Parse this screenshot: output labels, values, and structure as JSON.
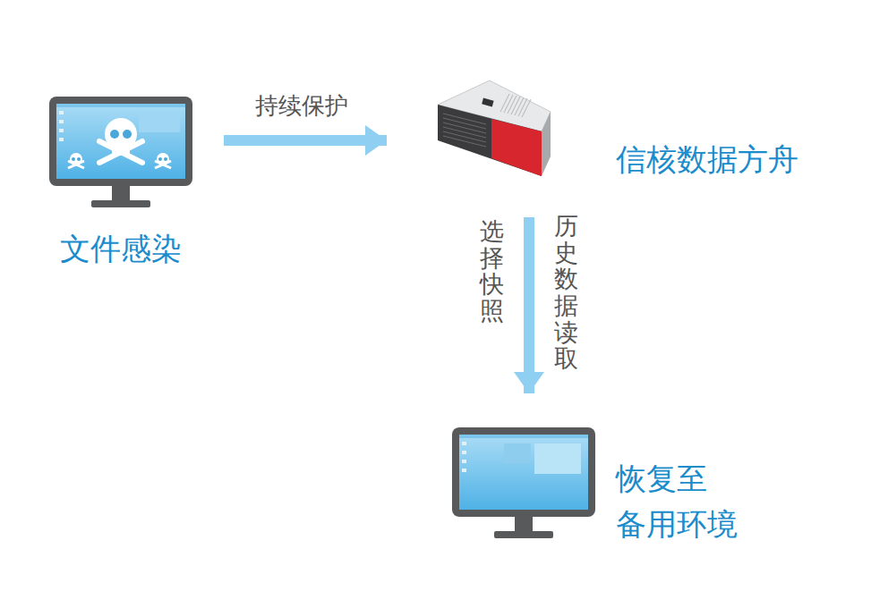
{
  "diagram": {
    "nodes": [
      {
        "text": [
          "文件感染"
        ]
      },
      {
        "text": [
          "信核数据方舟"
        ]
      },
      {
        "text": [
          "恢复至 备用环境"
        ]
      }
    ],
    "edges": [
      {
        "from": 0,
        "to": 1,
        "arrow": "to",
        "label": "持续保护"
      },
      {
        "from": 1,
        "to": 2,
        "arrow": "to",
        "label": "选择快照"
      }
    ],
    "labels": [
      "历史数据读取"
    ]
  }
}
